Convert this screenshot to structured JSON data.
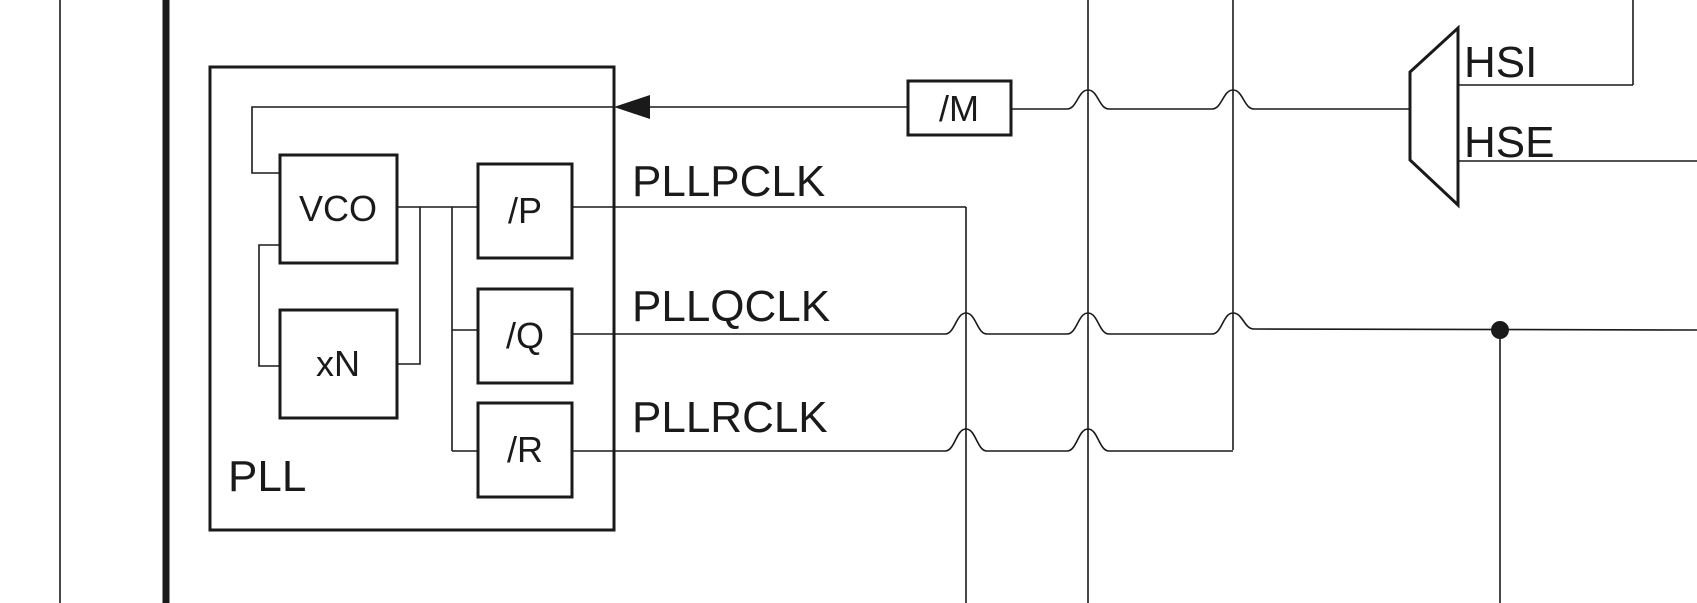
{
  "pll": {
    "title": "PLL",
    "vco": "VCO",
    "multiplier": "xN",
    "div_p": "/P",
    "div_q": "/Q",
    "div_r": "/R"
  },
  "prescaler_m": "/M",
  "outputs": {
    "p": "PLLPCLK",
    "q": "PLLQCLK",
    "r": "PLLRCLK"
  },
  "mux_inputs": {
    "hsi": "HSI",
    "hse": "HSE"
  }
}
